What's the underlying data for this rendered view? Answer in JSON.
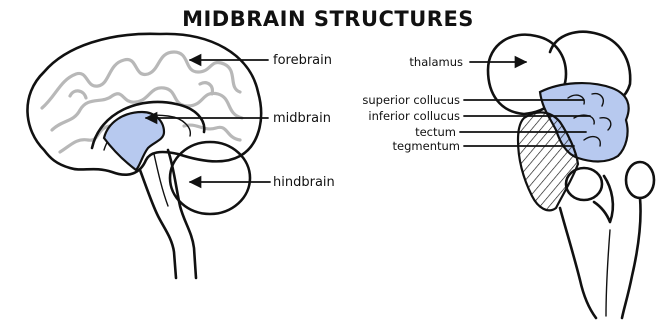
{
  "title": "MIDBRAIN STRUCTURES",
  "colors": {
    "highlight": "#b7c9ef",
    "ink": "#111111",
    "gyri": "#b8b8b8",
    "background": "#ffffff"
  },
  "left_diagram": {
    "labels": {
      "forebrain": "forebrain",
      "midbrain": "midbrain",
      "hindbrain": "hindbrain"
    }
  },
  "right_diagram": {
    "labels": {
      "thalamus": "thalamus",
      "superior_colliculus": "superior collucus",
      "inferior_colliculus": "inferior collucus",
      "tectum": "tectum",
      "tegmentum": "tegmentum"
    }
  }
}
